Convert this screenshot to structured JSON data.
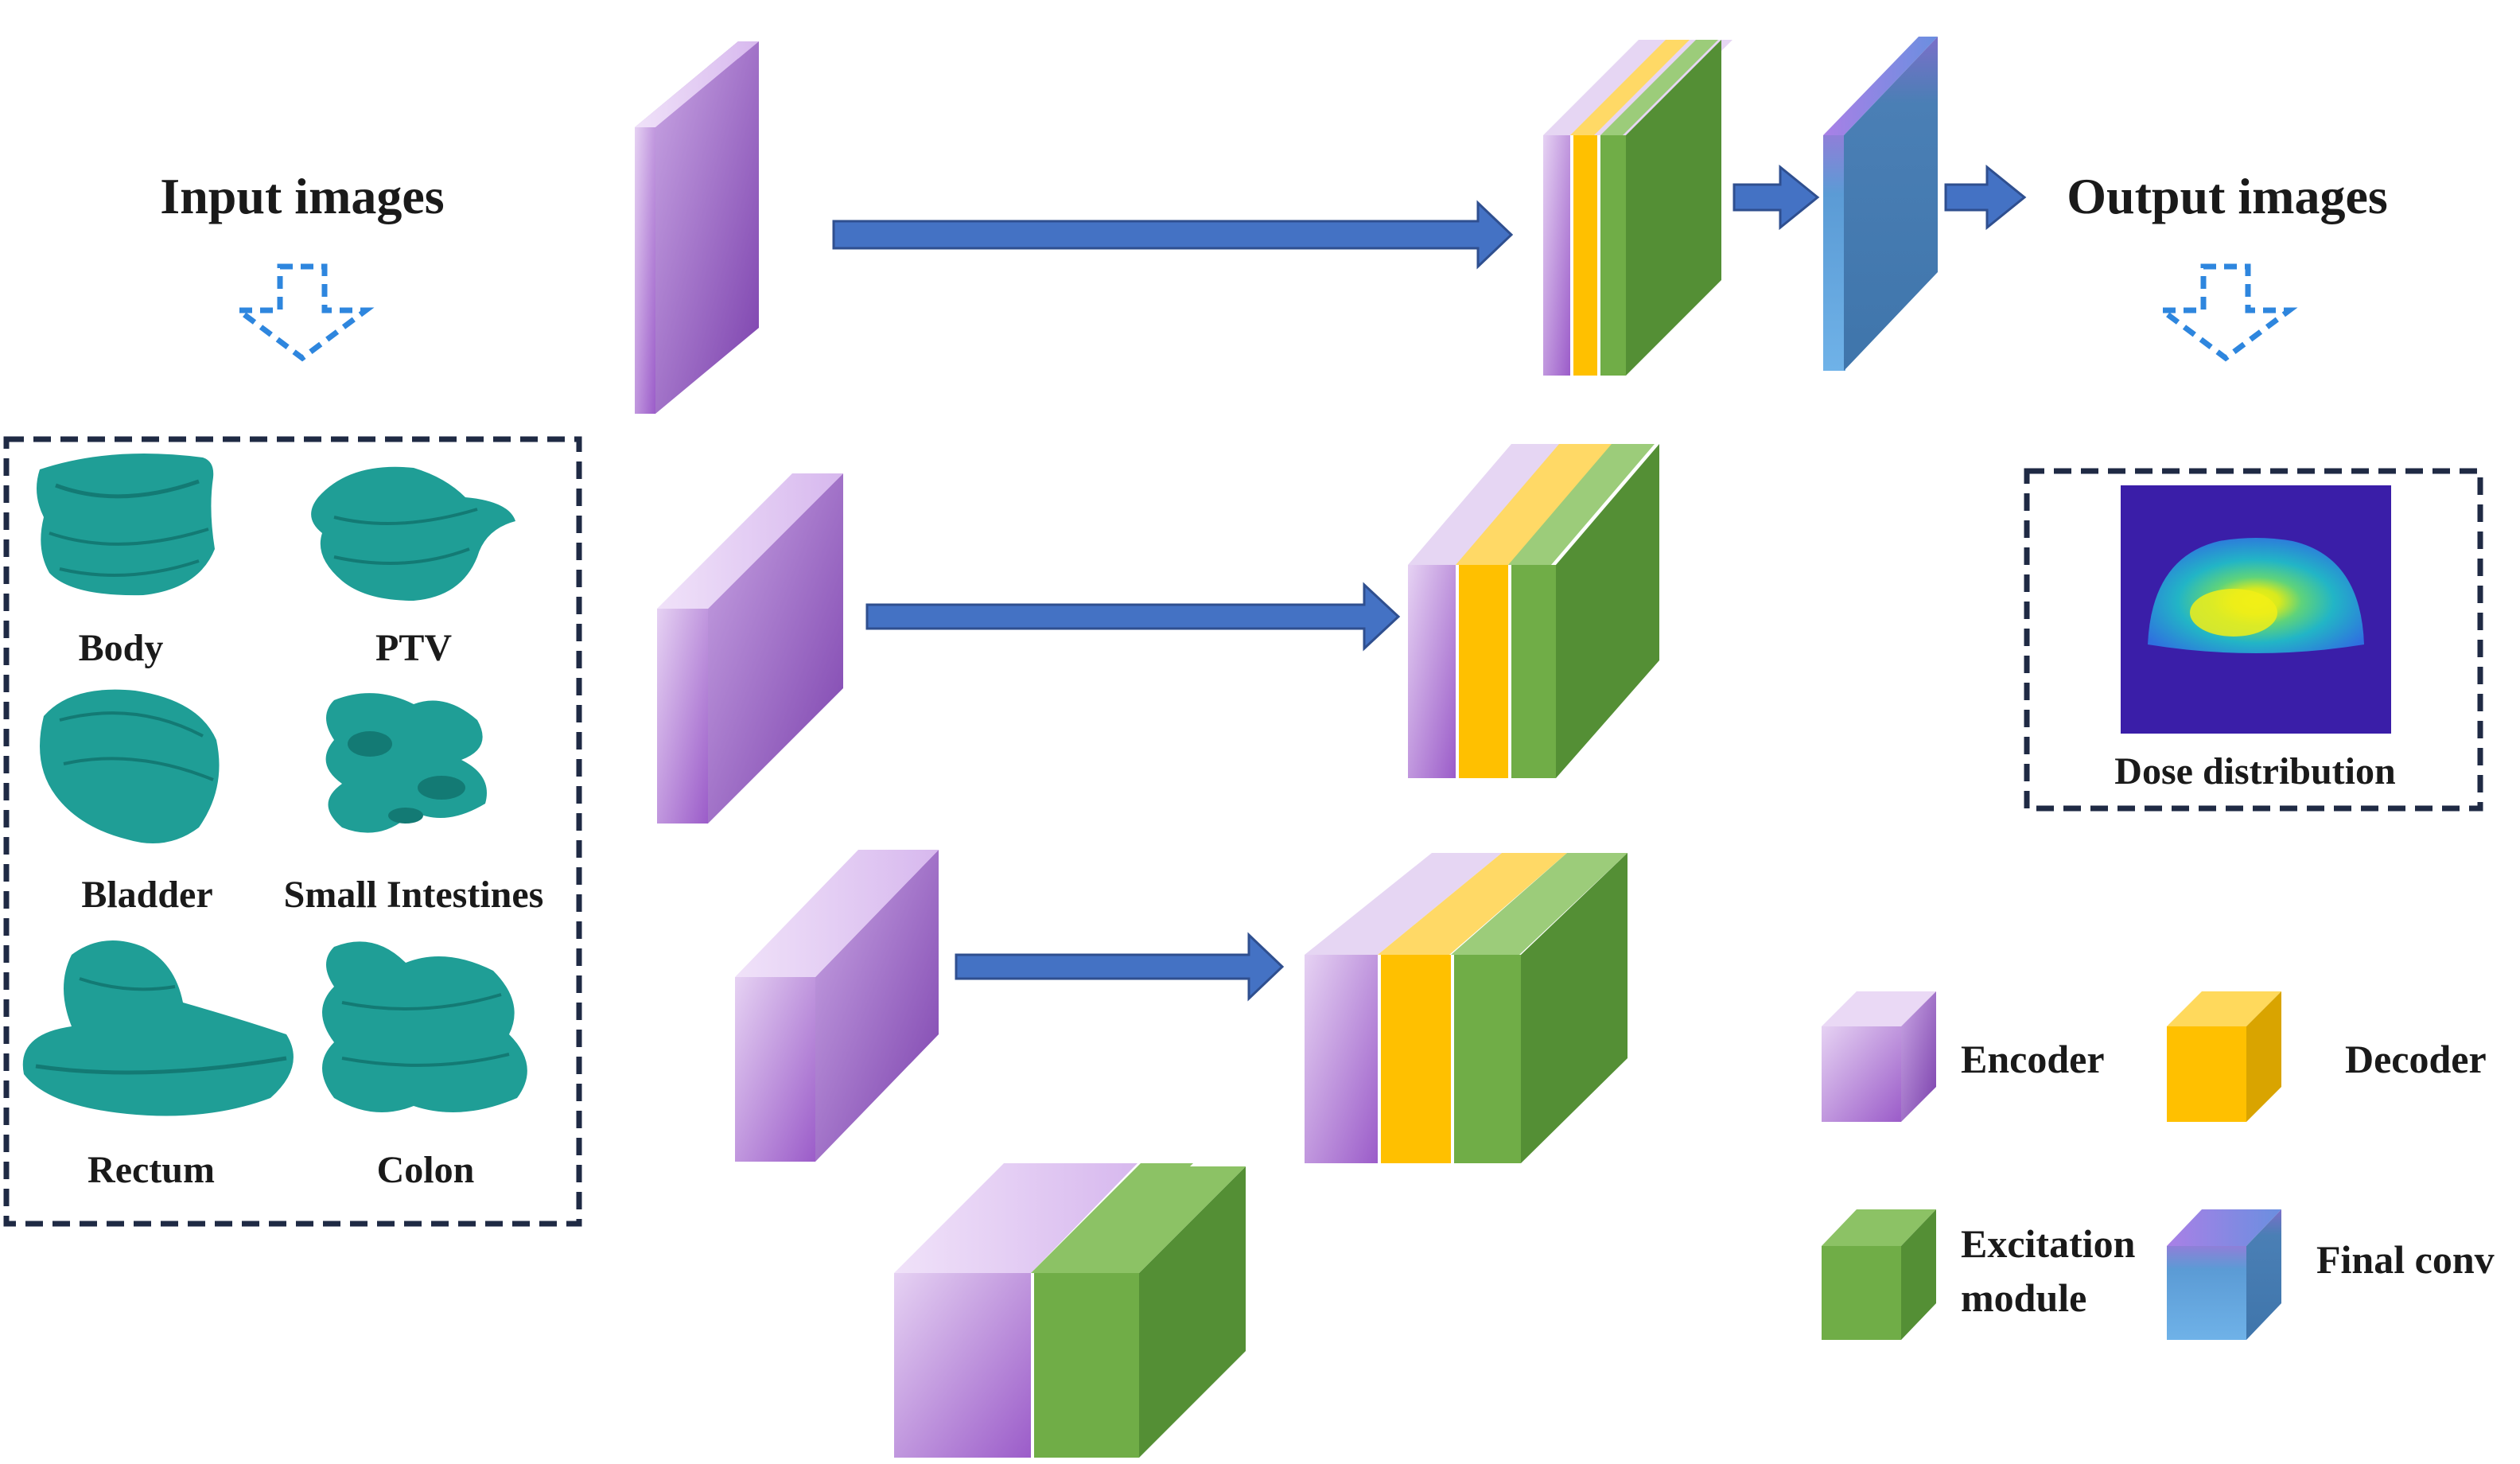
{
  "input": {
    "title": "Input images",
    "organs": [
      {
        "label": "Body",
        "icon": "body-organ-icon"
      },
      {
        "label": "PTV",
        "icon": "ptv-organ-icon"
      },
      {
        "label": "Bladder",
        "icon": "bladder-organ-icon"
      },
      {
        "label": "Small Intestines",
        "icon": "small-intestines-organ-icon"
      },
      {
        "label": "Rectum",
        "icon": "rectum-organ-icon"
      },
      {
        "label": "Colon",
        "icon": "colon-organ-icon"
      }
    ]
  },
  "output": {
    "title": "Output images",
    "dose_label": "Dose distribution"
  },
  "legend": {
    "encoder": "Encoder",
    "decoder": "Decoder",
    "excitation_line1": "Excitation",
    "excitation_line2": "module",
    "final_conv": "Final conv"
  },
  "colors": {
    "encoder": "#b98fd8",
    "decoder": "#ffc000",
    "excitation": "#70ad47",
    "final_conv": "#5b9bd5",
    "arrow": "#4472c4",
    "organ": "#1f9e96",
    "dashed_border": "#1f2a44"
  }
}
